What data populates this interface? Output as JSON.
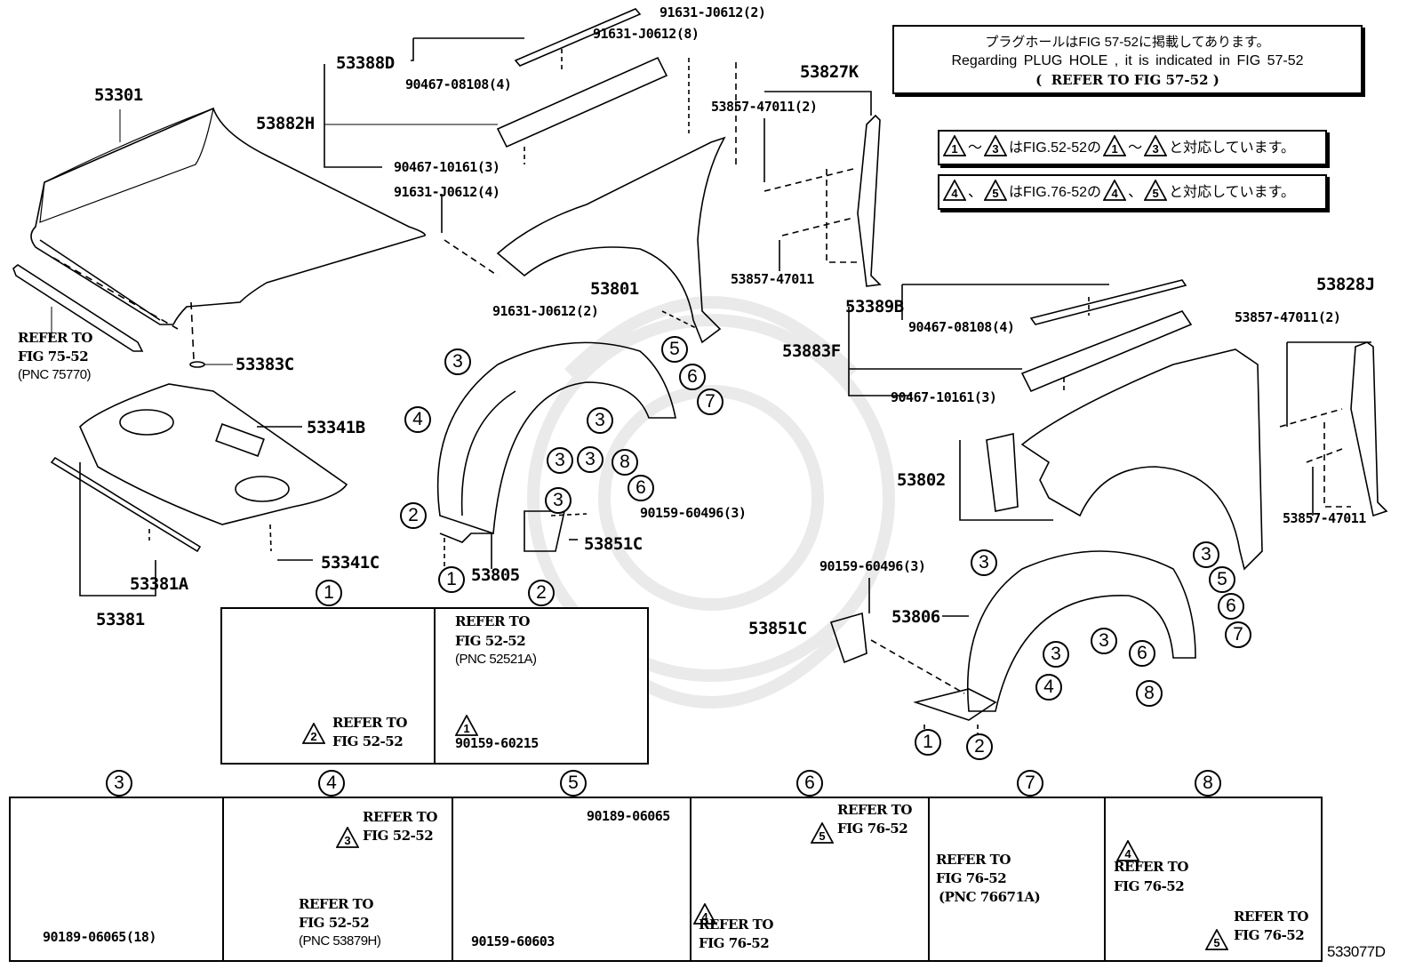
{
  "figure_code": "533077D",
  "notes": {
    "plug_hole": {
      "line_jp": "プラグホールはFIG 57-52に掲載してあります。",
      "line_en": "Regarding  PLUG HOLE , it is indicated in FIG 57-52",
      "line_refer": "(  REFER TO FIG 57-52 )"
    },
    "tri_note_1": {
      "from": "1",
      "to": "3",
      "text_mid": "はFIG.52-52の",
      "text_end": "と対応しています。"
    },
    "tri_note_2": {
      "a": "4",
      "b": "5",
      "sep": "、",
      "text_mid": "はFIG.76-52の",
      "text_end": "と対応しています。"
    }
  },
  "parts": {
    "hood": "53301",
    "hood_refer_1": "REFER TO",
    "hood_refer_2": "FIG 75-52",
    "hood_refer_3": "(PNC 75770)",
    "p53383c": "53383C",
    "p53341b": "53341B",
    "p53341c": "53341C",
    "p53381a": "53381A",
    "p53381": "53381",
    "p53388d": "53388D",
    "p53882h": "53882H",
    "p90467_08108_l": "90467-08108(4)",
    "p90467_10161_l": "90467-10161(3)",
    "p91631_j0612_4": "91631-J0612(4)",
    "p91631_j0612_8": "91631-J0612(8)",
    "p91631_j0612_2top": "91631-J0612(2)",
    "p91631_j0612_2": "91631-J0612(2)",
    "p53801": "53801",
    "p53827k": "53827K",
    "p53857_47011_2_l": "53857-47011(2)",
    "p53857_47011_l": "53857-47011",
    "p53389b": "53389B",
    "p53883f": "53883F",
    "p90467_08108_r": "90467-08108(4)",
    "p90467_10161_r": "90467-10161(3)",
    "p53828j": "53828J",
    "p53857_47011_2_r": "53857-47011(2)",
    "p53857_47011_r": "53857-47011",
    "p53802": "53802",
    "p53805": "53805",
    "p90159_60496_l": "90159-60496(3)",
    "p53851c_l": "53851C",
    "p90159_60496_r": "90159-60496(3)",
    "p53851c_r": "53851C",
    "p53806": "53806"
  },
  "callouts_left_liner": [
    "3",
    "4",
    "3",
    "3",
    "3",
    "3",
    "5",
    "6",
    "7",
    "8",
    "6",
    "2",
    "1"
  ],
  "callouts_right_liner": [
    "3",
    "3",
    "5",
    "6",
    "7",
    "3",
    "3",
    "6",
    "4",
    "8",
    "1",
    "2"
  ],
  "details": [
    {
      "num": "1",
      "refer_1": "REFER TO",
      "refer_2": "FIG 52-52",
      "tri": "2"
    },
    {
      "num": "2",
      "refer_1": "REFER TO",
      "refer_2": "FIG 52-52",
      "refer_3": "(PNC 52521A)",
      "tri": "1",
      "part": "90159-60215"
    },
    {
      "num": "3",
      "part": "90189-06065(18)"
    },
    {
      "num": "4",
      "tri": "3",
      "refer_1": "REFER TO",
      "refer_2": "FIG 52-52",
      "refer_b1": "REFER TO",
      "refer_b2": "FIG 52-52",
      "refer_b3": "(PNC 53879H)"
    },
    {
      "num": "5",
      "part_a": "90189-06065",
      "part_b": "90159-60603"
    },
    {
      "num": "6",
      "tri_a": "5",
      "refer_1": "REFER TO",
      "refer_2": "FIG 76-52",
      "tri_b": "4",
      "refer_b1": "REFER TO",
      "refer_b2": "FIG 76-52"
    },
    {
      "num": "7",
      "refer_1": "REFER TO",
      "refer_2": "FIG 76-52",
      "refer_3": "(PNC 76671A)"
    },
    {
      "num": "8",
      "tri_a": "4",
      "refer_1": "REFER TO",
      "refer_2": "FIG 76-52",
      "tri_b": "5",
      "refer_b1": "REFER TO",
      "refer_b2": "FIG 76-52"
    }
  ]
}
